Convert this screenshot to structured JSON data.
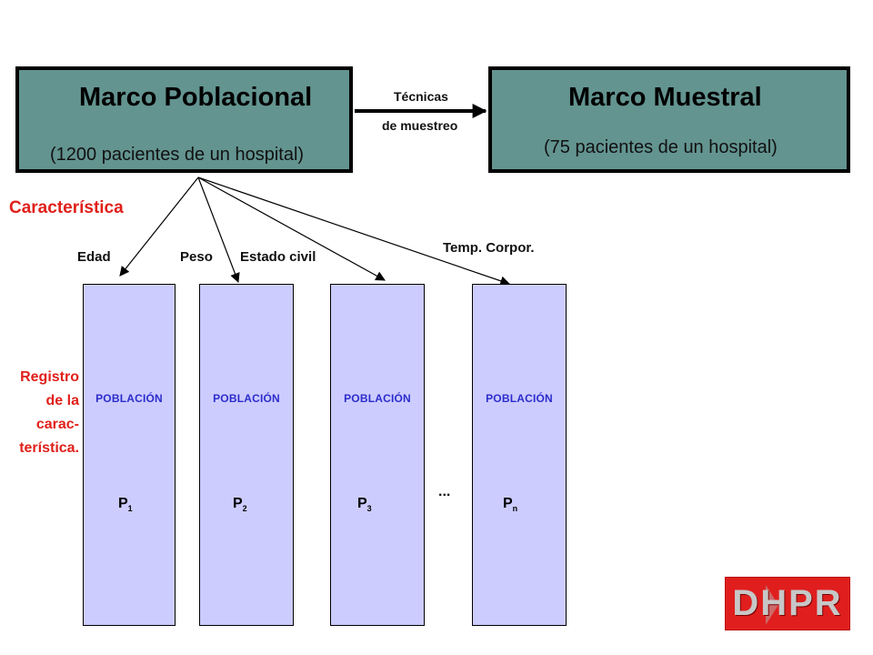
{
  "frames": {
    "population": {
      "title": "Marco Poblacional",
      "subtitle": "(1200 pacientes de un hospital)"
    },
    "sample": {
      "title": "Marco Muestral",
      "subtitle": "(75 pacientes de un hospital)"
    }
  },
  "sampling": {
    "line1": "Técnicas",
    "line2": "de muestreo"
  },
  "characteristic_label": "Característica",
  "registro": {
    "line1": "Registro",
    "line2": "de la",
    "line3": "carac-",
    "line4": "terística."
  },
  "characteristics": [
    "Edad",
    "Peso",
    "Estado civil",
    "Temp. Corpor."
  ],
  "populations": [
    {
      "label": "POBLACIÓN",
      "var": "P",
      "sub": "1"
    },
    {
      "label": "POBLACIÓN",
      "var": "P",
      "sub": "2"
    },
    {
      "label": "POBLACIÓN",
      "var": "P",
      "sub": "3"
    },
    {
      "label": "POBLACIÓN",
      "var": "P",
      "sub": "n"
    }
  ],
  "ellipsis": "...",
  "logo": {
    "text": "DHPR"
  },
  "colors": {
    "frame": "#639490",
    "population_fill": "#ccccff",
    "population_text": "#2c2ccc",
    "accent_red": "#e0201b"
  }
}
